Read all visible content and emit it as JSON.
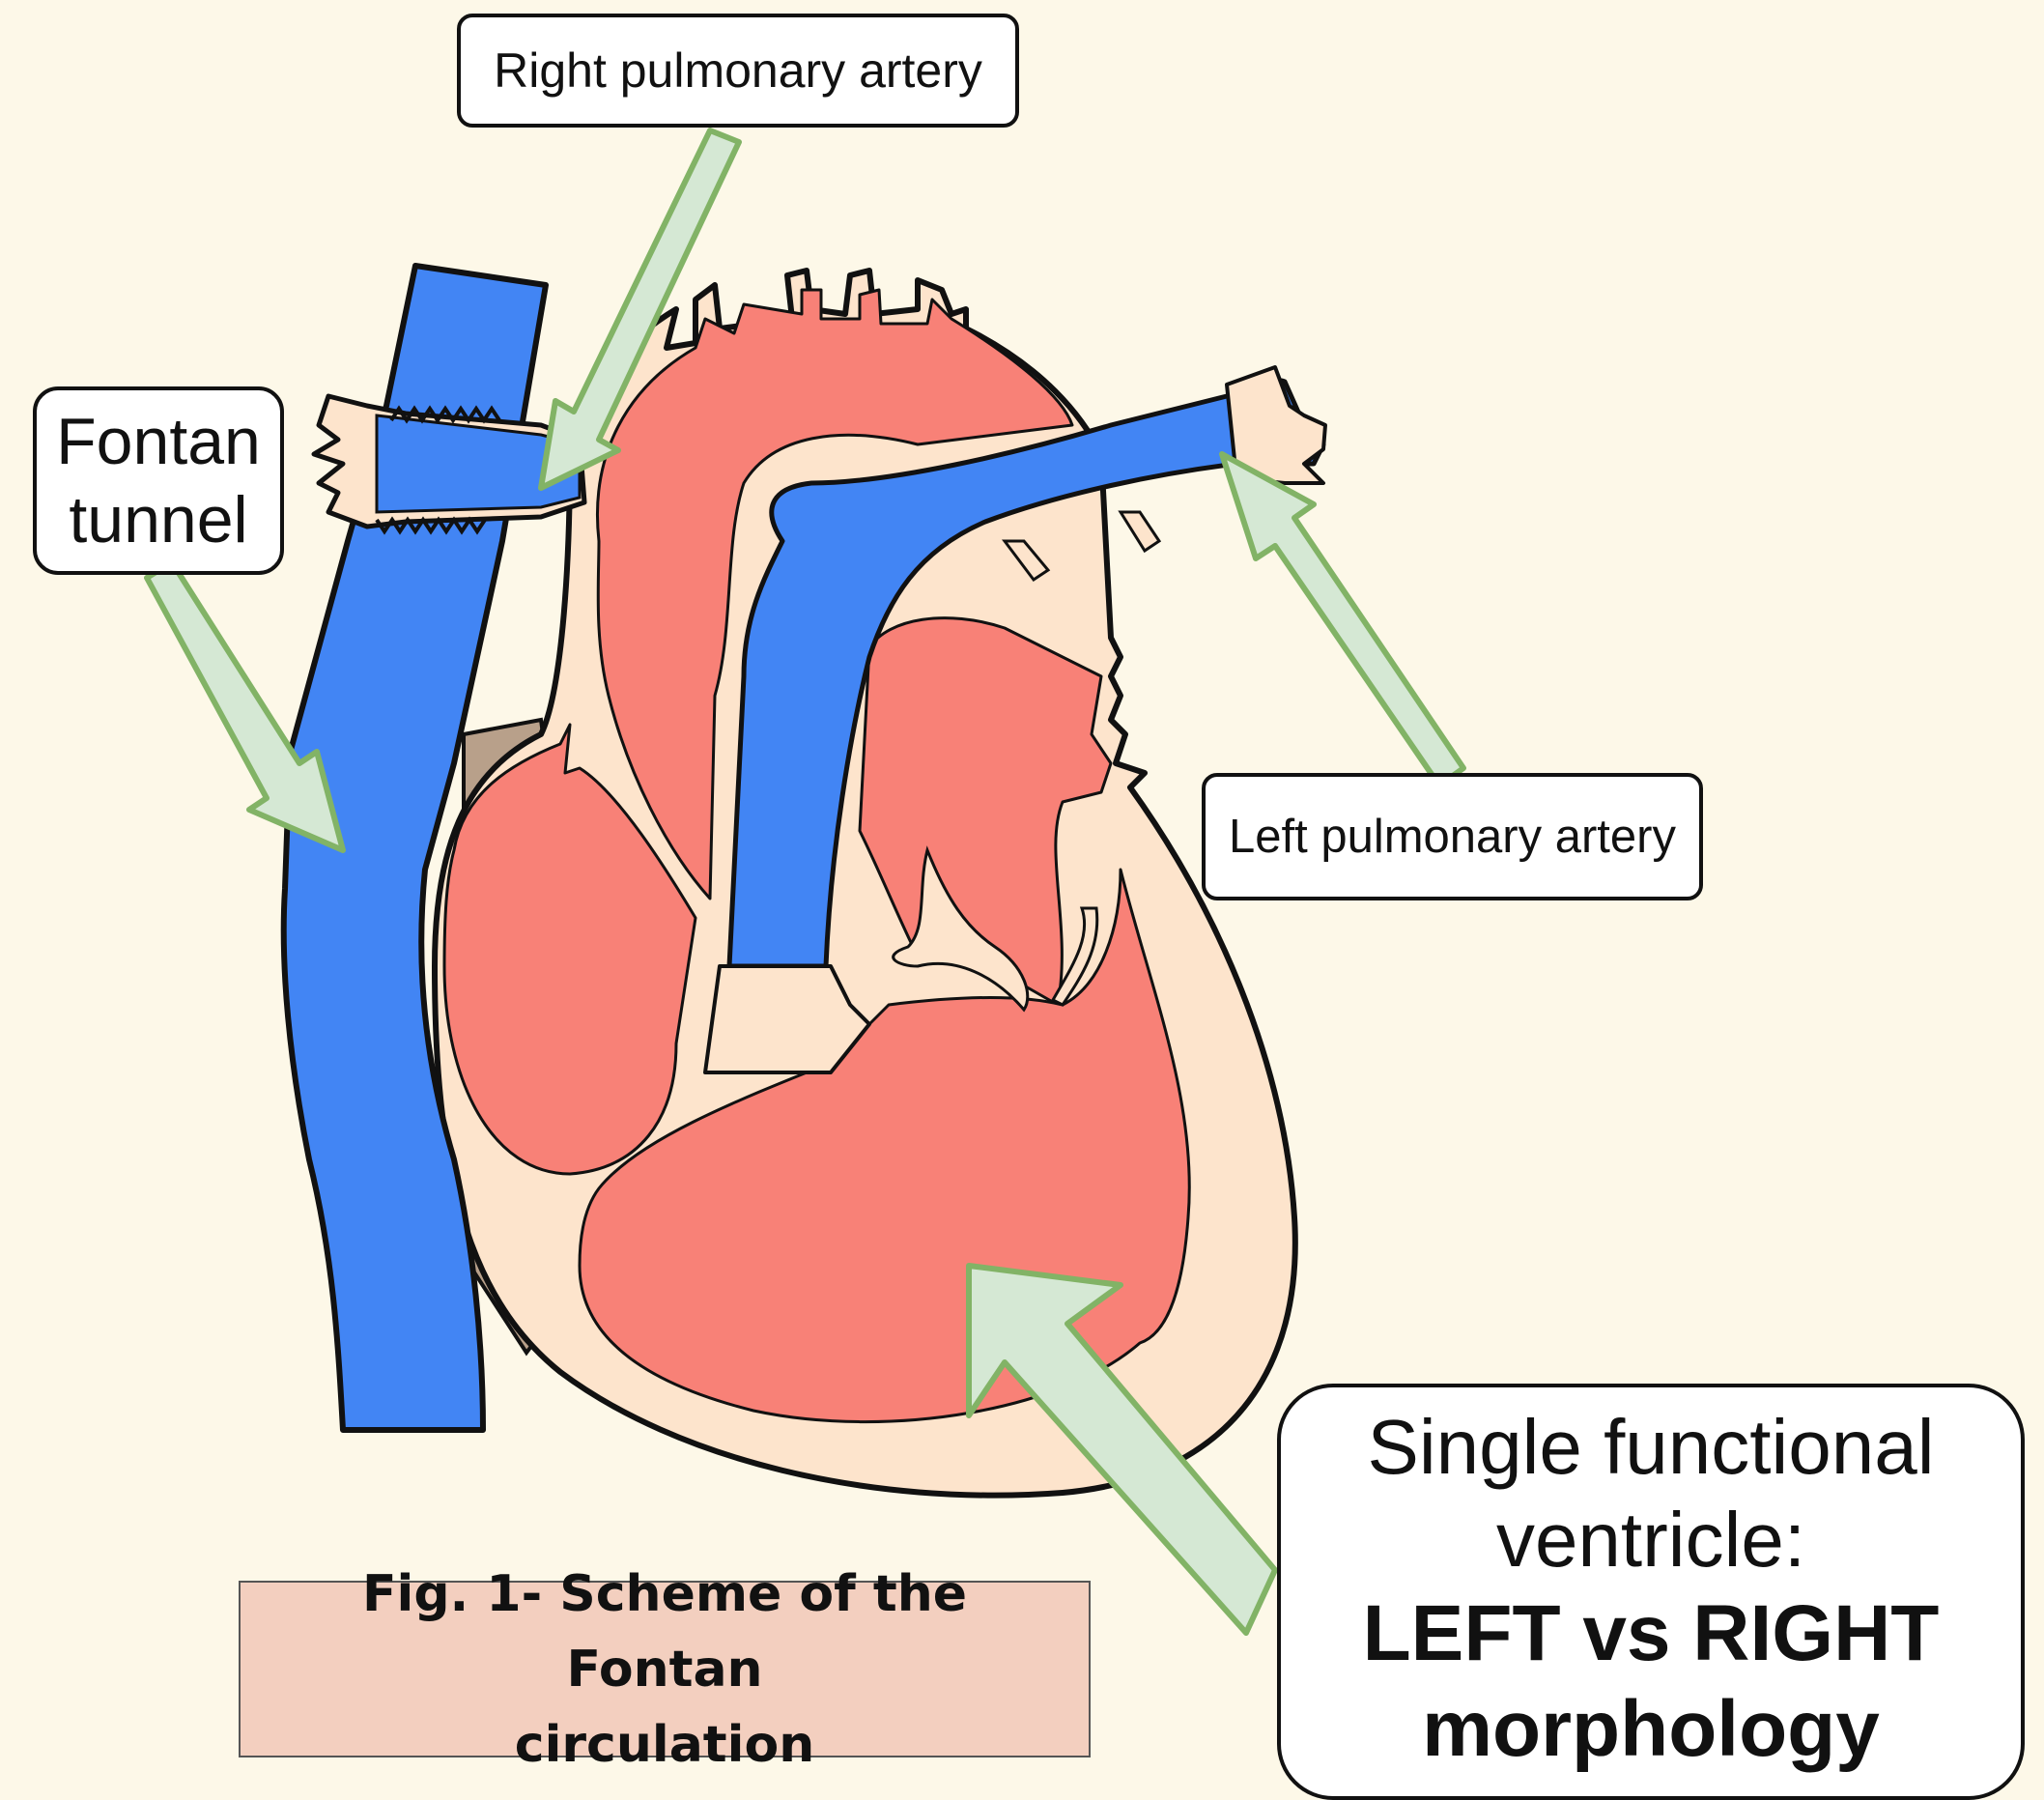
{
  "labels": {
    "right_pulmonary_artery": "Right pulmonary artery",
    "left_pulmonary_artery": "Left pulmonary artery",
    "fontan_tunnel_line1": "Fontan",
    "fontan_tunnel_line2": "tunnel",
    "ventricle_line1": "Single functional",
    "ventricle_line2": "ventricle:",
    "ventricle_line3": "LEFT vs RIGHT",
    "ventricle_line4": "morphology"
  },
  "caption": {
    "line1": "Fig. 1- Scheme of the Fontan",
    "line2": "circulation"
  },
  "colors": {
    "background": "#fdf8e8",
    "venous_blue": "#4285f4",
    "arterial_red": "#f88177",
    "tissue_peach": "#fde4cc",
    "arrow_green_fill": "#d5e8d4",
    "arrow_green_stroke": "#82b366",
    "caption_fill": "#f3cfbf",
    "outline": "#111111"
  }
}
